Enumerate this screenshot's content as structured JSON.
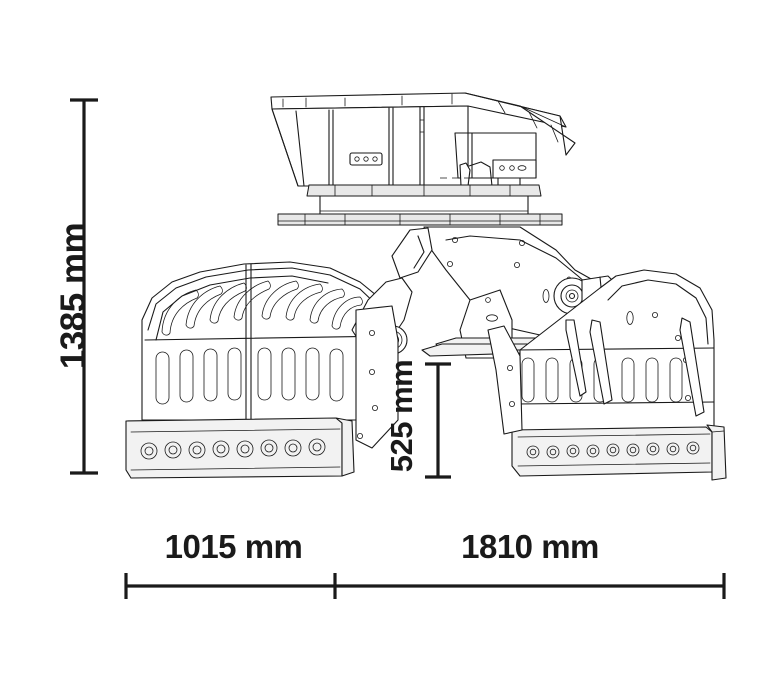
{
  "drawing": {
    "subject": "hydraulic-demolition-sorting-grapple",
    "view": "front-elevation",
    "background_color": "#ffffff",
    "line_color": "#1a1a1a",
    "shade_color": "#efefef",
    "dimension_color": "#1a1a1a"
  },
  "dimensions": {
    "overall_height": {
      "value": "1385 mm",
      "orientation": "vertical",
      "position": "left",
      "icon": "dimension-line-vertical-icon"
    },
    "jaw_opening_height": {
      "value": "525 mm",
      "orientation": "vertical",
      "position": "center",
      "icon": "dimension-line-vertical-icon"
    },
    "left_jaw_width": {
      "value": "1015 mm",
      "orientation": "horizontal",
      "position": "bottom-left",
      "icon": "dimension-line-horizontal-icon"
    },
    "right_jaw_width": {
      "value": "1810 mm",
      "orientation": "horizontal",
      "position": "bottom-right",
      "icon": "dimension-line-horizontal-icon"
    }
  }
}
